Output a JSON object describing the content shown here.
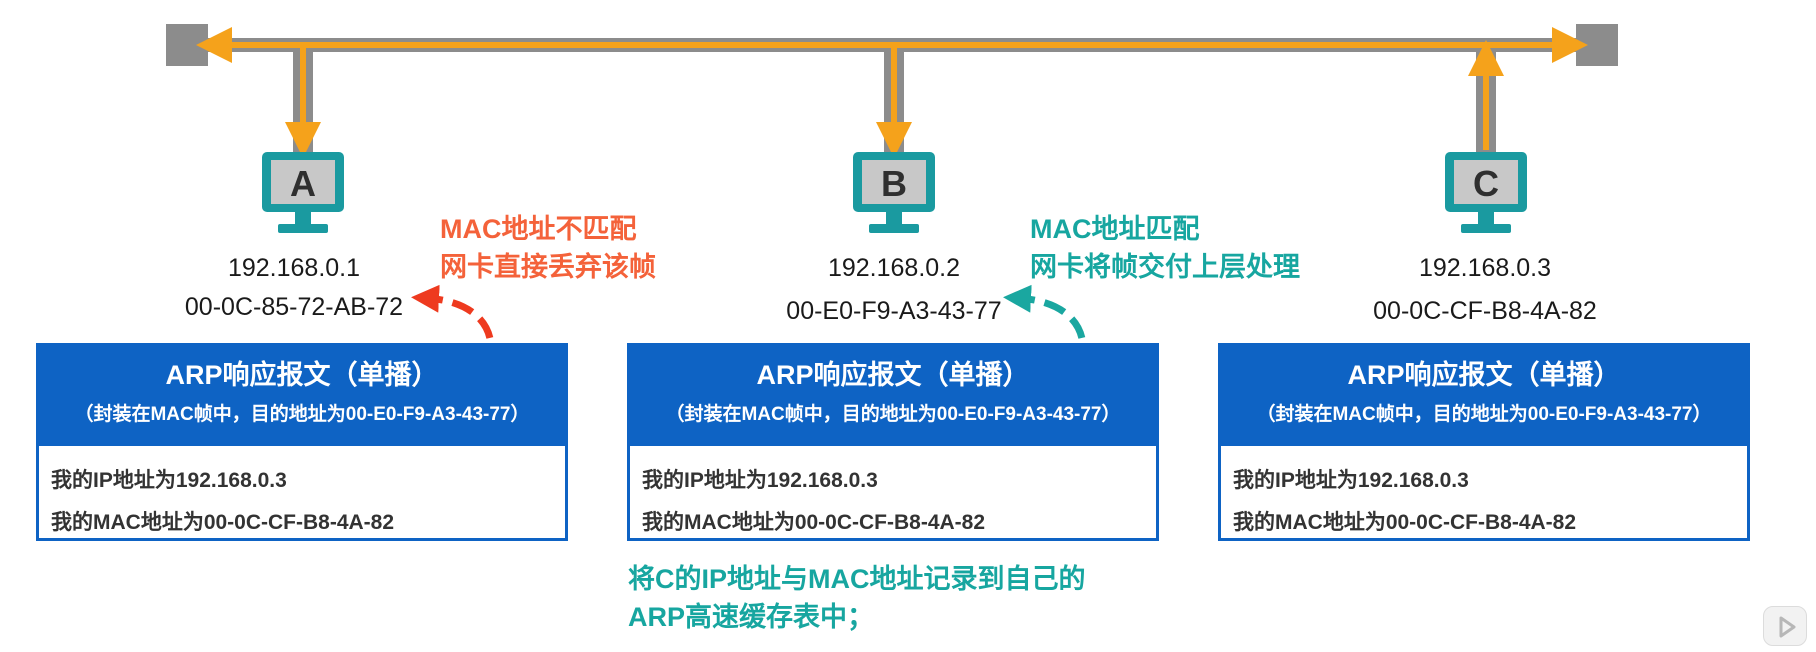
{
  "hosts": [
    {
      "label": "A",
      "ip": "192.168.0.1",
      "mac": "00-0C-85-72-AB-72"
    },
    {
      "label": "B",
      "ip": "192.168.0.2",
      "mac": "00-E0-F9-A3-43-77"
    },
    {
      "label": "C",
      "ip": "192.168.0.3",
      "mac": "00-0C-CF-B8-4A-82"
    }
  ],
  "arp_boxes": [
    {
      "title": "ARP响应报文（单播）",
      "subtitle": "（封装在MAC帧中，目的地址为00-E0-F9-A3-43-77）",
      "line1": "我的IP地址为192.168.0.3",
      "line2": "我的MAC地址为00-0C-CF-B8-4A-82"
    },
    {
      "title": "ARP响应报文（单播）",
      "subtitle": "（封装在MAC帧中，目的地址为00-E0-F9-A3-43-77）",
      "line1": "我的IP地址为192.168.0.3",
      "line2": "我的MAC地址为00-0C-CF-B8-4A-82"
    },
    {
      "title": "ARP响应报文（单播）",
      "subtitle": "（封装在MAC帧中，目的地址为00-E0-F9-A3-43-77）",
      "line1": "我的IP地址为192.168.0.3",
      "line2": "我的MAC地址为00-0C-CF-B8-4A-82"
    }
  ],
  "notes": {
    "mismatch": {
      "line1": "MAC地址不匹配",
      "line2": "网卡直接丢弃该帧",
      "color": "#f4623a"
    },
    "match": {
      "line1": "MAC地址匹配",
      "line2": "网卡将帧交付上层处理",
      "color": "#17a6a0"
    },
    "record": {
      "line1": "将C的IP地址与MAC地址记录到自己的",
      "line2": "ARP高速缓存表中；",
      "color": "#17a6a0"
    }
  },
  "colors": {
    "bus": "#8c8c8c",
    "signal": "#f5a21b",
    "monitor": "#1a9aa0",
    "box": "#0e63c4",
    "mismatch_arrow": "#ee3a1f",
    "match_arrow": "#1aa7a0"
  },
  "icons": {
    "monitor": "computer-monitor-icon",
    "play": "play-icon"
  }
}
